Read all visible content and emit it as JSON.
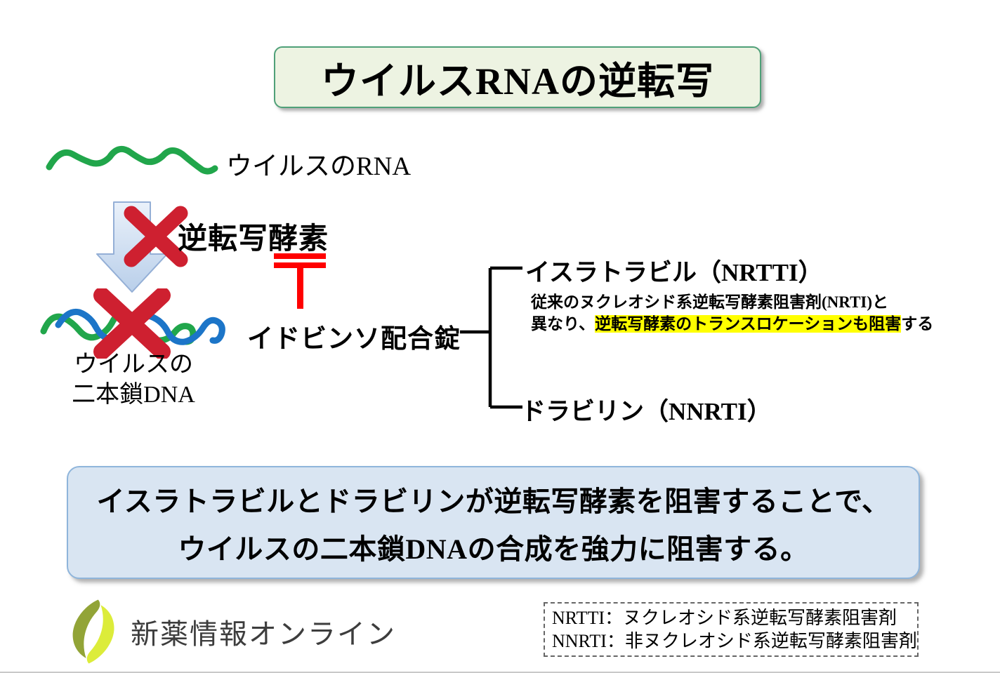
{
  "title": {
    "text": "ウイルスRNAの逆転写"
  },
  "diagram": {
    "rna_label": "ウイルスのRNA",
    "reverse_transcriptase_label": "逆転写酵素",
    "dna_label_line1": "ウイルスの",
    "dna_label_line2": "二本鎖DNA",
    "combination_drug_label": "イドビンソ配合錠",
    "islatravir_label": "イスラトラビル（NRTTI）",
    "islatravir_note": {
      "line1": "従来のヌクレオシド系逆転写酵素阻害剤(NRTI)と",
      "line2_prefix": "異なり、",
      "line2_highlight": "逆転写酵素のトランスロケーションも阻害",
      "line2_suffix": "する"
    },
    "doravirine_label": "ドラビリン（NNRTI）"
  },
  "summary": {
    "line1": "イスラトラビルとドラビリンが逆転写酵素を阻害することで、",
    "line2": "ウイルスの二本鎖DNAの合成を強力に阻害する。"
  },
  "footer": {
    "logo_text": "新薬情報オンライン",
    "abbreviations": {
      "line1": "NRTTI：ヌクレオシド系逆転写酵素阻害剤",
      "line2": "NNRTI：非ヌクレオシド系逆転写酵素阻害剤"
    }
  },
  "icons": {
    "rna_wave": "green-squiggle-rna",
    "down_arrow": "light-blue-block-arrow",
    "cross_mark_arrow": "red-x-mark",
    "cross_mark_dna": "red-x-mark",
    "inhibition": "red-t-bar-inhibition",
    "dna": "green-blue-double-strand",
    "bracket": "black-curly-connector",
    "logo_leaf": "two-leaf-flame"
  },
  "colors": {
    "title_box_bg": "#edf3e2",
    "title_box_border": "#4fa078",
    "summary_box_bg": "#d9e5f2",
    "summary_box_border": "#8fb5db",
    "cross_red": "#ce2030",
    "inhibition_red": "#ff0000",
    "rna_green": "#21a64b",
    "dna_blue": "#1c75c8",
    "highlight_yellow": "#ffff00",
    "arrow_fill_light": "#eaf1fa",
    "arrow_fill_dark": "#b9cfea",
    "arrow_border": "#94afd6",
    "leaf_olive": "#92a437",
    "leaf_bright": "#dcec3a",
    "logo_text_color": "#3d3d3d"
  }
}
